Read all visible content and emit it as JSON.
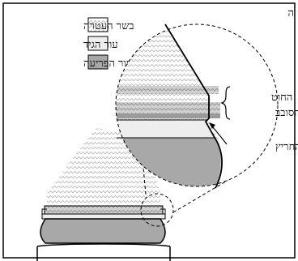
{
  "corner_label": "ה",
  "legend": [
    {
      "label": "בשר העטרה",
      "swatch": "zigzag"
    },
    {
      "label": "עור הגיד",
      "swatch": "#eeeeee"
    },
    {
      "label": "עור הפריעה",
      "swatch": "#a8a8a8"
    }
  ],
  "labels": {
    "groove_line1": "החוט",
    "groove_line2": "הסובב",
    "corona": "החריץ"
  },
  "colors": {
    "frame": "#000000",
    "glans_pattern": "#bdbdbd",
    "shaft_skin": "#eeeeee",
    "foreskin": "#a8a8a8",
    "band": "#cfcfcf"
  }
}
